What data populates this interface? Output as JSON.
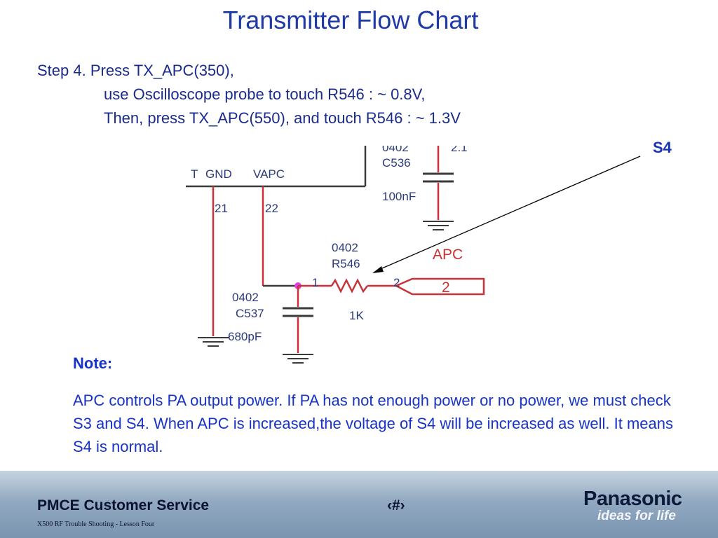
{
  "slide": {
    "title": "Transmitter Flow Chart",
    "step_line1": "Step 4. Press TX_APC(350),",
    "step_line2": "use Oscilloscope probe to touch R546 : ~  0.8V,",
    "step_line3": "Then, press TX_APC(550), and touch R546 : ~ 1.3V",
    "callout_label": "S4",
    "note_heading": "Note:",
    "note_text": "APC controls PA output power. If PA has not enough power or no power, we must check S3 and S4. When APC is increased,the voltage of S4 will be increased as well. It means S4 is normal."
  },
  "schematic": {
    "top_pkg_partial": "0402",
    "top_value_partial": "2.1",
    "c536_ref": "C536",
    "c536_value": "100nF",
    "pin_label_partial": "T",
    "gnd_label": "GND",
    "vapc_label": "VAPC",
    "pin_21": "21",
    "pin_22": "22",
    "r546_pkg": "0402",
    "r546_ref": "R546",
    "r546_value": "1K",
    "r546_pin1": "1",
    "r546_pin2": "2",
    "apc_net": "APC",
    "apc_port_num": "2",
    "c537_pkg": "0402",
    "c537_ref": "C537",
    "c537_value": "680pF"
  },
  "footer": {
    "service": "PMCE Customer Service",
    "page_marker": "‹#›",
    "subtitle": "X500 RF Trouble Shooting  -  Lesson Four",
    "brand": "Panasonic",
    "tagline": "ideas for life"
  },
  "colors": {
    "title_blue": "#1f3aa6",
    "note_blue": "#1733c8",
    "wire_red": "#c8323a",
    "wire_dark": "#3a3a3a",
    "schematic_text": "#2a3a7a",
    "apc_red": "#c83232",
    "junction_magenta": "#e040e0"
  }
}
